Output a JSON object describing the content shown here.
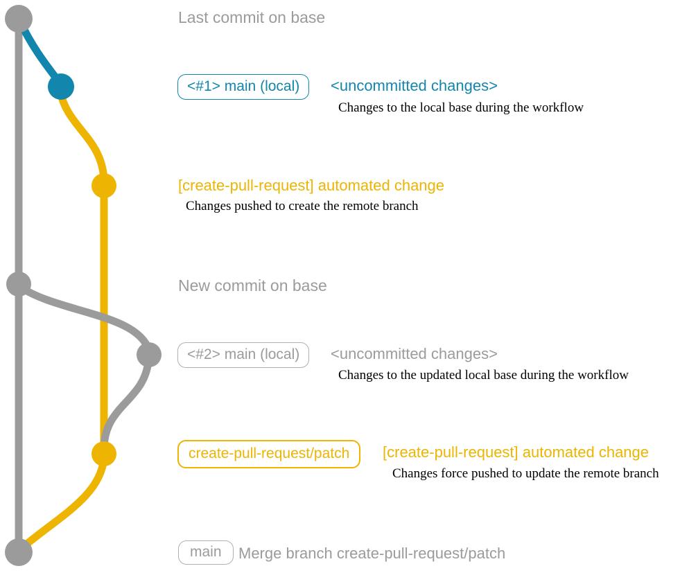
{
  "colors": {
    "line_gray": "#9b9b9b",
    "teal": "#1286ad",
    "yellow": "#edb402",
    "note_black": "#000000"
  },
  "annotations": {
    "last_commit": {
      "label": "Last commit on base"
    },
    "local_commit_1": {
      "badge": "<#1> main (local)",
      "status": "<uncommitted changes>",
      "note": "Changes to the local base during the workflow"
    },
    "remote_push_1": {
      "label": "[create-pull-request] automated change",
      "note": "Changes pushed to create the remote branch"
    },
    "new_commit": {
      "label": "New commit on base"
    },
    "local_commit_2": {
      "badge": "<#2> main (local)",
      "status": "<uncommitted changes>",
      "note": "Changes to the updated local base during the workflow"
    },
    "remote_push_2": {
      "badge": "create-pull-request/patch",
      "label": "[create-pull-request] automated change",
      "note": "Changes force pushed to update the remote branch"
    },
    "merge_commit": {
      "badge": "main",
      "label": "Merge branch create-pull-request/patch"
    }
  },
  "graph": {
    "branches": [
      {
        "name": "base",
        "color": "#9b9b9b"
      },
      {
        "name": "main (local)",
        "color": "#1286ad"
      },
      {
        "name": "create-pull-request/patch",
        "color": "#edb402"
      }
    ]
  }
}
